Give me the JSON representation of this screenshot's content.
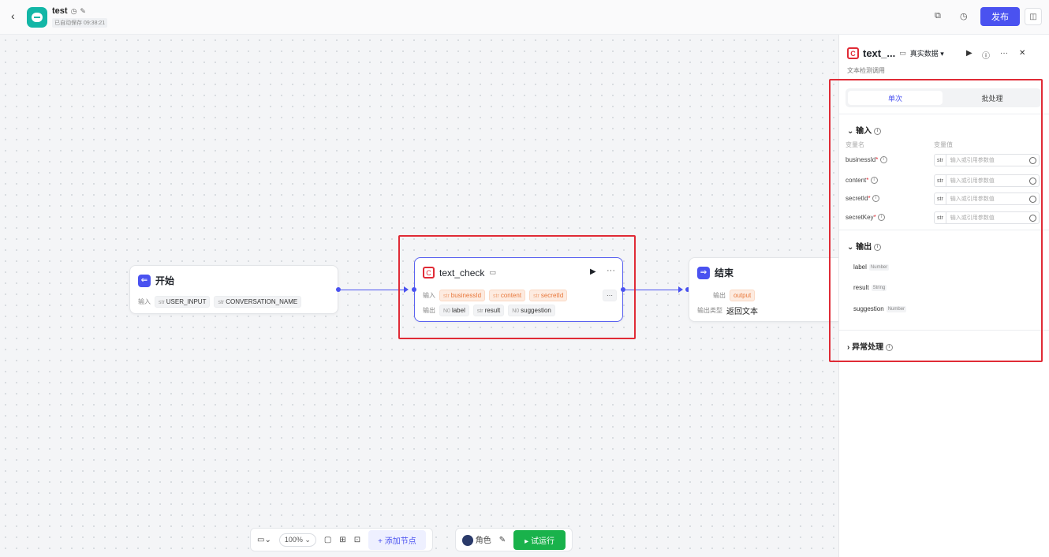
{
  "topbar": {
    "app_name": "test",
    "saved_text": "已自动保存 09:38:21",
    "publish_label": "发布"
  },
  "nodes": {
    "start": {
      "title": "开始",
      "input_label": "输入",
      "inputs": [
        {
          "type": "str",
          "name": "USER_INPUT"
        },
        {
          "type": "str",
          "name": "CONVERSATION_NAME"
        }
      ]
    },
    "text_check": {
      "title": "text_check",
      "input_label": "输入",
      "output_label": "输出",
      "inputs": [
        {
          "type": "str",
          "name": "businessId"
        },
        {
          "type": "str",
          "name": "content"
        },
        {
          "type": "str",
          "name": "secretId"
        }
      ],
      "more": "···",
      "outputs": [
        {
          "type": "N0",
          "name": "label"
        },
        {
          "type": "str",
          "name": "result"
        },
        {
          "type": "N0",
          "name": "suggestion"
        }
      ]
    },
    "end": {
      "title": "结束",
      "output_label": "输出",
      "output_value": "output",
      "output_type_label": "输出类型",
      "output_type_value": "返回文本"
    }
  },
  "toolbar": {
    "zoom": "100%",
    "add_node": "+ 添加节点",
    "role": "角色",
    "run": "▸ 试运行"
  },
  "panel": {
    "title": "text_...",
    "data_source": "真实数据",
    "subtitle": "文本检测调用",
    "tabs": [
      "单次",
      "批处理"
    ],
    "input_section": "输入",
    "col_name": "变量名",
    "col_value": "变量值",
    "variables": [
      {
        "name": "businessId",
        "type": "str",
        "placeholder": "输入或引用参数值"
      },
      {
        "name": "content",
        "type": "str",
        "placeholder": "输入或引用参数值"
      },
      {
        "name": "secretId",
        "type": "str",
        "placeholder": "输入或引用参数值"
      },
      {
        "name": "secretKey",
        "type": "str",
        "placeholder": "输入或引用参数值"
      }
    ],
    "output_section": "输出",
    "outputs": [
      {
        "name": "label",
        "type": "Number"
      },
      {
        "name": "result",
        "type": "String"
      },
      {
        "name": "suggestion",
        "type": "Number"
      }
    ],
    "exception_section": "异常处理"
  },
  "colors": {
    "accent": "#4a52f0",
    "highlight": "#e02b36",
    "run": "#19b24b"
  }
}
